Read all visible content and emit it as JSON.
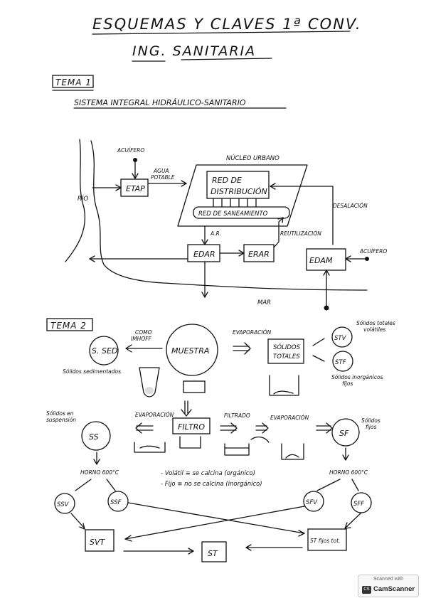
{
  "header": {
    "title": "ESQUEMAS Y CLAVES 1ª CONV.",
    "subtitle": "ING. SANITARIA"
  },
  "tema1": {
    "heading": "TEMA 1",
    "section_title": "SISTEMA INTEGRAL HIDRÁULICO-SANITARIO",
    "rio": "RÍO",
    "acuifero_top": "ACUÍFERO",
    "etap": "ETAP",
    "agua_potable_1": "AGUA",
    "agua_potable_2": "POTABLE",
    "nucleo_urbano": "NÚCLEO URBANO",
    "red_distribucion_1": "RED DE",
    "red_distribucion_2": "DISTRIBUCIÓN",
    "red_saneamiento": "RED DE SANEAMIENTO",
    "desalacion": "DESALACIÓN",
    "ar": "A.R.",
    "reutilizacion": "REUTILIZACIÓN",
    "edar": "EDAR",
    "erar": "ERAR",
    "edam": "EDAM",
    "acuifero_right": "ACUÍFERO",
    "mar": "MAR"
  },
  "tema2": {
    "heading": "TEMA 2",
    "como_1": "COMO",
    "como_2": "IMHOFF",
    "s_sed": "S. SED",
    "solidos_sedimentados": "Sólidos sedimentados",
    "muestra": "MUESTRA",
    "evaporacion_top": "EVAPORACIÓN",
    "solidos_totales_1": "SÓLIDOS",
    "solidos_totales_2": "TOTALES",
    "stv": "STV",
    "stv_note_1": "Sólidos totales",
    "stv_note_2": "volátiles",
    "stf": "STF",
    "stf_note_1": "Sólidos inorgánicos",
    "stf_note_2": "fijos",
    "solidos_suspension_1": "Sólidos en",
    "solidos_suspension_2": "suspensión",
    "ss": "SS",
    "evaporacion_left": "EVAPORACIÓN",
    "filtro": "FILTRO",
    "filtrado": "FILTRADO",
    "evaporacion_right": "EVAPORACIÓN",
    "sf": "SF",
    "sf_note_1": "Sólidos",
    "sf_note_2": "fijos",
    "horno_left": "HORNO 600°C",
    "horno_right": "HORNO 600°C",
    "volatil_note": "- Volátil ≡ se calcina (orgánico)",
    "fijo_note": "- Fijo ≡ no se calcina (inorgánico)",
    "ssv": "SSV",
    "ssf": "SSF",
    "sfv": "SFV",
    "sff": "SFF",
    "svt": "SVT",
    "st": "ST",
    "st_fijos": "ST fijos tot."
  },
  "scanner": {
    "line1": "Scanned with",
    "line2": "CamScanner",
    "logo": "CS"
  }
}
